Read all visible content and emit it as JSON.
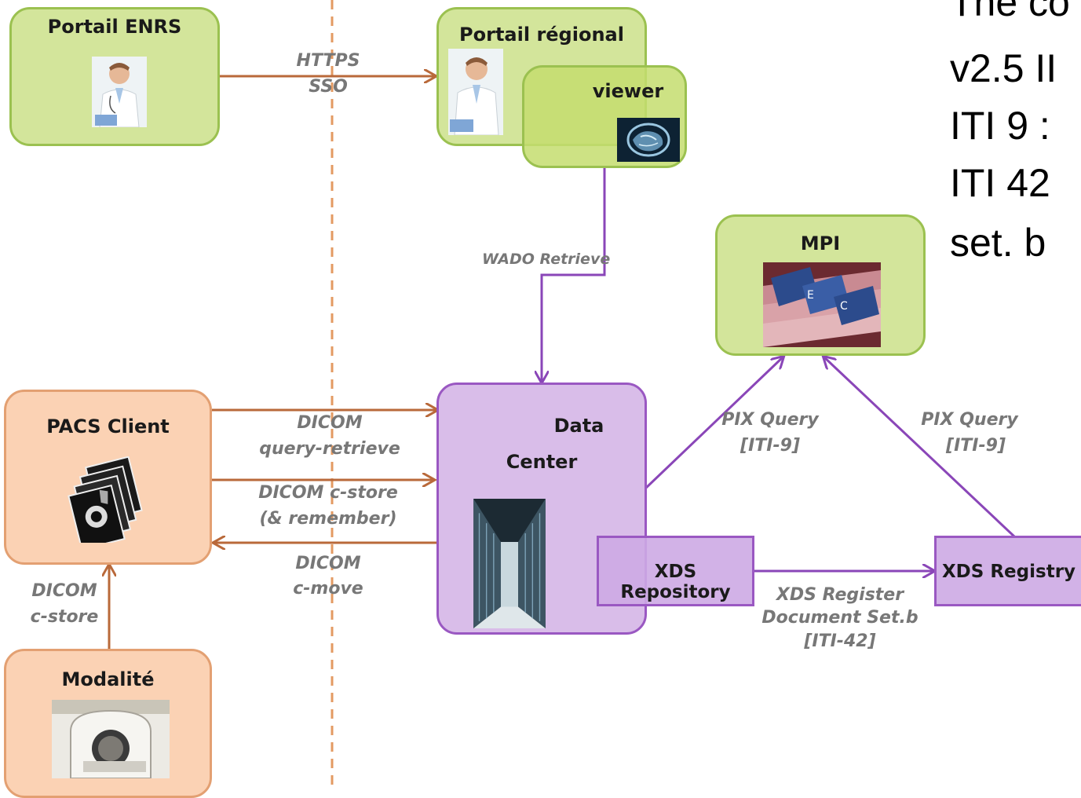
{
  "nodes": {
    "portail_enrs": "Portail ENRS",
    "portail_regional": "Portail régional",
    "viewer": "viewer",
    "mpi": "MPI",
    "pacs_client": "PACS Client",
    "data_center_line1": "Data",
    "data_center_line2": "Center",
    "modalite": "Modalité",
    "xds_repository": "XDS Repository",
    "xds_registry": "XDS Registry"
  },
  "edges": {
    "https_sso": [
      "HTTPS",
      "SSO"
    ],
    "wado": "WADO Retrieve",
    "dicom_query": [
      "DICOM",
      "query-retrieve"
    ],
    "dicom_cstore": [
      "DICOM c-store",
      "(& remember)"
    ],
    "dicom_cmove": [
      "DICOM",
      "c-move"
    ],
    "modality_cstore": [
      "DICOM",
      "c-store"
    ],
    "pix_left": [
      "PIX Query",
      "[ITI-9]"
    ],
    "pix_right": [
      "PIX Query",
      "[ITI-9]"
    ],
    "xds_register": [
      "XDS Register",
      "Document Set.b",
      "[ITI-42]"
    ]
  },
  "side_text": [
    "The co",
    "v2.5 II",
    "ITI 9 :",
    "ITI 42",
    "set. b"
  ],
  "colors": {
    "green_fill": "#d3e59b",
    "green_border": "#9bc150",
    "orange_fill": "#fbd2b4",
    "orange_border": "#e3a072",
    "purple_fill": "#d9bde9",
    "purple_border": "#9a58c2",
    "arrow_orange": "#b9693a",
    "arrow_purple": "#8a46b8",
    "divider": "#e39a62"
  },
  "icons": [
    "doctor-photo",
    "brain-scan-thumbnail",
    "file-folders-photo",
    "xray-films-icon",
    "server-room-photo",
    "ct-scanner-photo"
  ]
}
